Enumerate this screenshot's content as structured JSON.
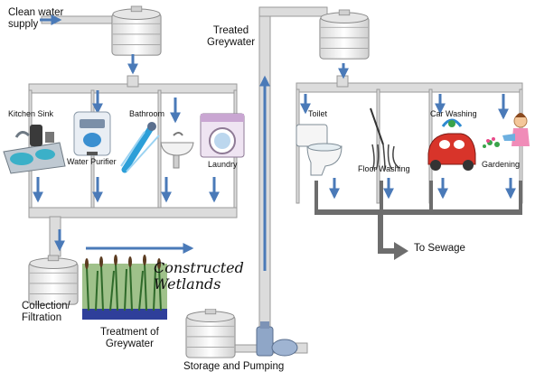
{
  "labels": {
    "clean_water_supply": [
      "Clean water",
      "supply"
    ],
    "treated_greywater": [
      "Treated",
      "Greywater"
    ],
    "kitchen_sink": "Kitchen Sink",
    "water_purifier": "Water Purifier",
    "bathroom": "Bathroom",
    "laundry": "Laundry",
    "toilet": "Toilet",
    "floor_washing": "Floor Washing",
    "car_washing": "Car Washing",
    "gardening": "Gardening",
    "to_sewage": "To Sewage",
    "collection_filtration": [
      "Collection/",
      "Filtration"
    ],
    "constructed_wetlands": [
      "Constructed",
      "Wetlands"
    ],
    "treatment_of_greywater": [
      "Treatment of",
      "Greywater"
    ],
    "storage_and_pumping": "Storage and Pumping"
  },
  "colors": {
    "arrow_blue": "#4a7ab8",
    "pipe_grey": "#c9c9c9",
    "pipe_outline": "#9a9a9a",
    "sewage_grey": "#6d6d6d"
  }
}
